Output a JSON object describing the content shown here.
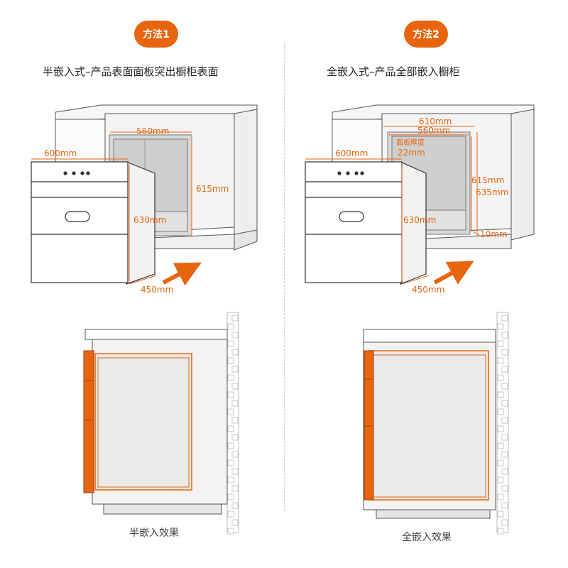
{
  "methods": [
    {
      "badge": "方法1",
      "title": "半嵌入式–产品表面面板突出橱柜表面",
      "caption": "半嵌入效果",
      "dims": {
        "opening_width": "560mm",
        "opening_height": "615mm",
        "product_width": "600mm",
        "product_height": "630mm",
        "product_depth": "450mm"
      }
    },
    {
      "badge": "方法2",
      "title": "全嵌入式–产品全部嵌入橱柜",
      "caption": "全嵌入效果",
      "dims": {
        "outer_width": "610mm",
        "inner_width": "560mm",
        "panel_thickness_label": "面板厚度",
        "panel_thickness": "22mm",
        "product_width": "600mm",
        "inner_height": "615mm",
        "outer_height": "635mm",
        "bottom_gap": "10mm",
        "product_height": "630mm",
        "product_depth": "450mm"
      }
    }
  ],
  "colors": {
    "accent": "#e8650f",
    "line": "#333333",
    "fill": "#e9e9e9"
  }
}
